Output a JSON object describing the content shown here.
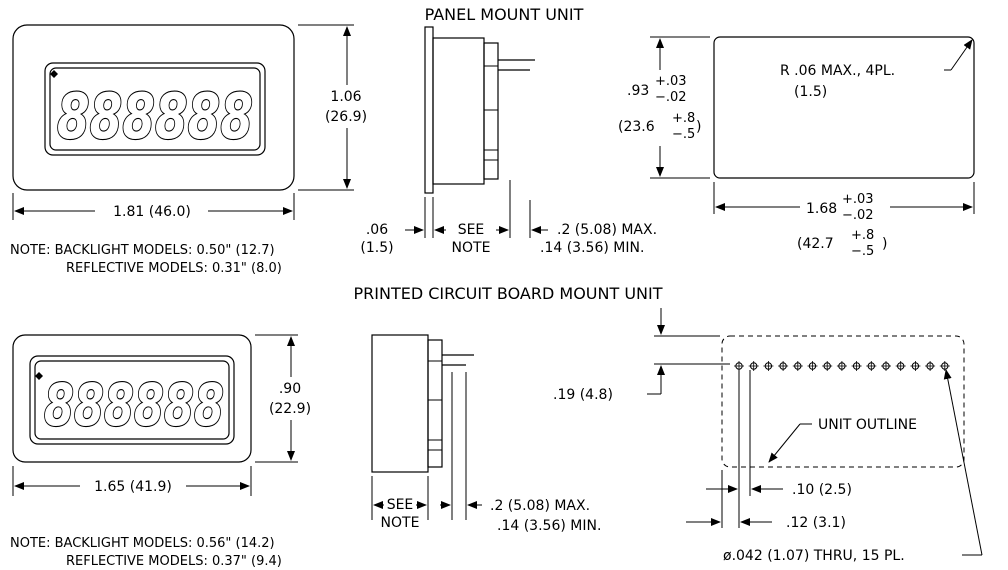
{
  "titles": {
    "panel": "PANEL MOUNT UNIT",
    "pcb": "PRINTED CIRCUIT BOARD MOUNT UNIT"
  },
  "display_digits": "888888",
  "panel": {
    "front_width": "1.81  (46.0)",
    "front_height_in": "1.06",
    "front_height_mm": "(26.9)",
    "side_bezel_in": ".06",
    "side_bezel_mm": "(1.5)",
    "see_note_1": "SEE",
    "see_note_2": "NOTE",
    "pin_max": ".2  (5.08)  MAX.",
    "pin_min": ".14  (3.56)  MIN.",
    "cutout_height_base": ".93",
    "cutout_height_tol": "+.03\n−.02",
    "cutout_height_tol_plus": "+.03",
    "cutout_height_tol_minus": "−.02",
    "cutout_height_mm_base": "(23.6",
    "cutout_height_mm_plus": "+.8",
    "cutout_height_mm_minus": "−.5",
    "cutout_height_mm_close": ")",
    "radius_line1": "R  .06  MAX.,  4PL.",
    "radius_line2": "(1.5)",
    "cutout_width_base": "1.68",
    "cutout_width_plus": "+.03",
    "cutout_width_minus": "−.02",
    "cutout_width_mm_base": "(42.7",
    "cutout_width_mm_plus": "+.8",
    "cutout_width_mm_minus": "−.5",
    "cutout_width_mm_close": ")",
    "note_line1": "NOTE:  BACKLIGHT  MODELS:  0.50\"  (12.7)",
    "note_line2": "REFLECTIVE  MODELS:  0.31\"  (8.0)"
  },
  "pcb": {
    "front_width": "1.65  (41.9)",
    "front_height_in": ".90",
    "front_height_mm": "(22.9)",
    "see_note_1": "SEE",
    "see_note_2": "NOTE",
    "pin_max": ".2  (5.08)  MAX.",
    "pin_min": ".14  (3.56)  MIN.",
    "offset": ".19  (4.8)",
    "unit_outline": "UNIT  OUTLINE",
    "pitch": ".10  (2.5)",
    "first_hole": ".12  (3.1)",
    "holes": "ø.042  (1.07)  THRU,  15  PL.",
    "note_line1": "NOTE:  BACKLIGHT  MODELS:  0.56\"  (14.2)",
    "note_line2": "REFLECTIVE  MODELS:  0.37\"  (9.4)"
  }
}
